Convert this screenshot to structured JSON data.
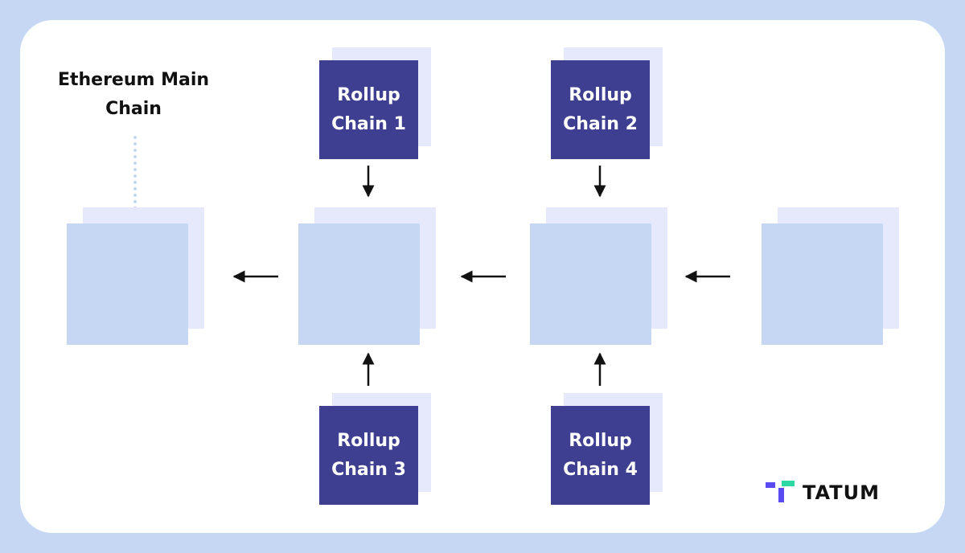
{
  "main_chain": {
    "title": "Ethereum Main\nChain"
  },
  "rollups": [
    {
      "label": "Rollup\nChain 1"
    },
    {
      "label": "Rollup\nChain 2"
    },
    {
      "label": "Rollup\nChain 3"
    },
    {
      "label": "Rollup\nChain 4"
    }
  ],
  "brand": {
    "name": "TATUM"
  },
  "colors": {
    "background": "#c6d7f3",
    "card": "#ffffff",
    "block": "#c6d7f3",
    "block_shadow": "#e6e9fb",
    "rollup_box": "#3f3f92",
    "logo_purple": "#5b4bf5",
    "logo_green": "#2ed8a3"
  }
}
